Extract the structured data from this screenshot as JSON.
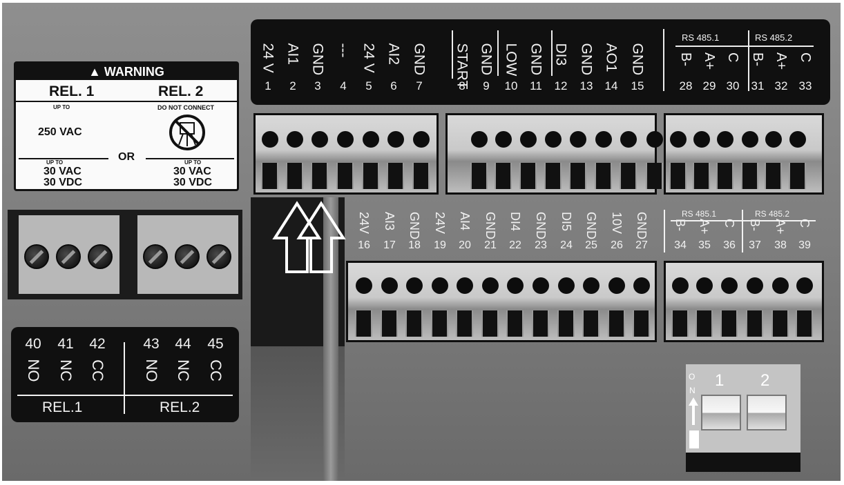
{
  "warning_label": {
    "header": "WARNING",
    "rel1_title": "REL. 1",
    "rel2_title": "REL. 2",
    "up_to_1": "UP TO",
    "do_not_connect": "DO NOT CONNECT",
    "rating_ac_high": "250 VAC",
    "or_text": "OR",
    "up_to_2": "UP TO",
    "up_to_3": "UP TO",
    "rating_left_ac": "30 VAC",
    "rating_left_dc": "30 VDC",
    "rating_right_ac": "30 VAC",
    "rating_right_dc": "30 VDC"
  },
  "top_terminals": [
    {
      "label": "24 V",
      "num": "1"
    },
    {
      "label": "AI1",
      "num": "2"
    },
    {
      "label": "GND",
      "num": "3"
    },
    {
      "label": "---",
      "num": "4"
    },
    {
      "label": "24 V",
      "num": "5"
    },
    {
      "label": "AI2",
      "num": "6"
    },
    {
      "label": "GND",
      "num": "7"
    },
    {
      "label": "START",
      "num": "8"
    },
    {
      "label": "GND",
      "num": "9"
    },
    {
      "label": "LOW",
      "num": "10"
    },
    {
      "label": "GND",
      "num": "11"
    },
    {
      "label": "DI3",
      "num": "12"
    },
    {
      "label": "GND",
      "num": "13"
    },
    {
      "label": "AO1",
      "num": "14"
    },
    {
      "label": "GND",
      "num": "15"
    }
  ],
  "top_rs485": {
    "group1_title": "RS 485.1",
    "group2_title": "RS 485.2",
    "terminals": [
      {
        "label": "B-",
        "num": "28"
      },
      {
        "label": "A+",
        "num": "29"
      },
      {
        "label": "C",
        "num": "30"
      },
      {
        "label": "B-",
        "num": "31"
      },
      {
        "label": "A+",
        "num": "32"
      },
      {
        "label": "C",
        "num": "33"
      }
    ]
  },
  "bottom_terminals": [
    {
      "label": "24V",
      "num": "16"
    },
    {
      "label": "AI3",
      "num": "17"
    },
    {
      "label": "GND",
      "num": "18"
    },
    {
      "label": "24V",
      "num": "19"
    },
    {
      "label": "AI4",
      "num": "20"
    },
    {
      "label": "GND",
      "num": "21"
    },
    {
      "label": "DI4",
      "num": "22"
    },
    {
      "label": "GND",
      "num": "23"
    },
    {
      "label": "DI5",
      "num": "24"
    },
    {
      "label": "GND",
      "num": "25"
    },
    {
      "label": "10V",
      "num": "26"
    },
    {
      "label": "GND",
      "num": "27"
    }
  ],
  "bottom_rs485": {
    "group1_title": "RS 485.1",
    "group2_title": "RS 485.2",
    "terminals": [
      {
        "label": "B-",
        "num": "34"
      },
      {
        "label": "A+",
        "num": "35"
      },
      {
        "label": "C",
        "num": "36"
      },
      {
        "label": "B-",
        "num": "37"
      },
      {
        "label": "A+",
        "num": "38"
      },
      {
        "label": "C",
        "num": "39"
      }
    ]
  },
  "relay_terminals": {
    "rel1": [
      {
        "num": "40",
        "label": "NO"
      },
      {
        "num": "41",
        "label": "NC"
      },
      {
        "num": "42",
        "label": "CC"
      }
    ],
    "rel2": [
      {
        "num": "43",
        "label": "NO"
      },
      {
        "num": "44",
        "label": "NC"
      },
      {
        "num": "45",
        "label": "CC"
      }
    ],
    "rel1_title": "REL.1",
    "rel2_title": "REL.2"
  },
  "dip_switch": {
    "off_mark": "O",
    "on_mark": "N",
    "switch1_label": "1",
    "switch2_label": "2"
  },
  "colors": {
    "panel": "#7f7f7f",
    "plate": "#101010",
    "terminal_body": "#cccccc",
    "label_bg": "#fafafa"
  }
}
